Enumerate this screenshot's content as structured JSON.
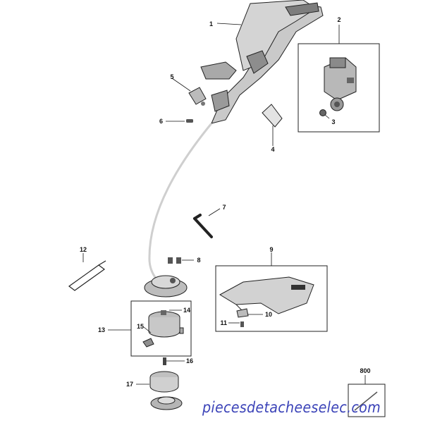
{
  "callouts": {
    "c1": "1",
    "c2": "2",
    "c3": "3",
    "c4": "4",
    "c5": "5",
    "c6": "6",
    "c7": "7",
    "c8": "8",
    "c9": "9",
    "c10": "10",
    "c11": "11",
    "c12": "12",
    "c13": "13",
    "c14": "14",
    "c15": "15",
    "c16": "16",
    "c17": "17",
    "c800": "800"
  },
  "watermark": "piecesdetacheeselec.com",
  "colors": {
    "line": "#222222",
    "part_fill": "#bdbdbd",
    "part_dark": "#555555",
    "watermark": "#3b43b8"
  }
}
